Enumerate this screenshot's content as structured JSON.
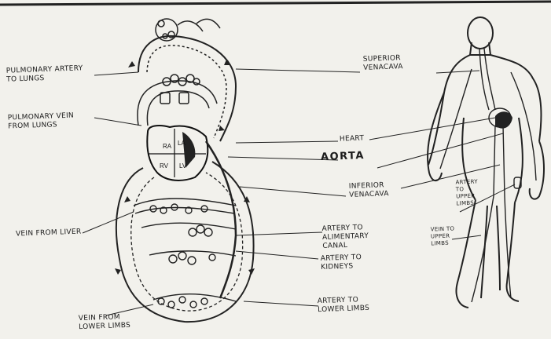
{
  "labels": {
    "pulmonary_artery": [
      "PULMONARY ARTERY",
      "TO LUNGS"
    ],
    "pulmonary_vein": [
      "PULMONARY VEIN",
      "FROM LUNGS"
    ],
    "vein_from_liver": "VEIN FROM LIVER",
    "vein_from_lower_limbs": [
      "VEIN FROM",
      "LOWER LIMBS"
    ],
    "superior_vena_cava": [
      "SUPERIOR",
      "VENACAVA"
    ],
    "heart": "HEART",
    "aorta": "AORTA",
    "inferior_vena_cava": [
      "INFERIOR",
      "VENACAVA"
    ],
    "artery_to_alimentary_canal": [
      "ARTERY TO",
      "ALIMENTARY",
      "CANAL"
    ],
    "artery_to_kidneys": [
      "ARTERY TO",
      "KIDNEYS"
    ],
    "artery_to_lower_limbs": [
      "ARTERY TO",
      "LOWER LIMBS"
    ],
    "artery_to_upper_limbs": [
      "ARTERY",
      "TO",
      "UPPER",
      "LIMBS"
    ],
    "vein_to_upper_limbs": [
      "VEIN TO",
      "UPPER",
      "LIMBS"
    ]
  },
  "heart_chambers": {
    "ra": "RA",
    "la": "LA",
    "rv": "RV",
    "lv": "LV"
  }
}
